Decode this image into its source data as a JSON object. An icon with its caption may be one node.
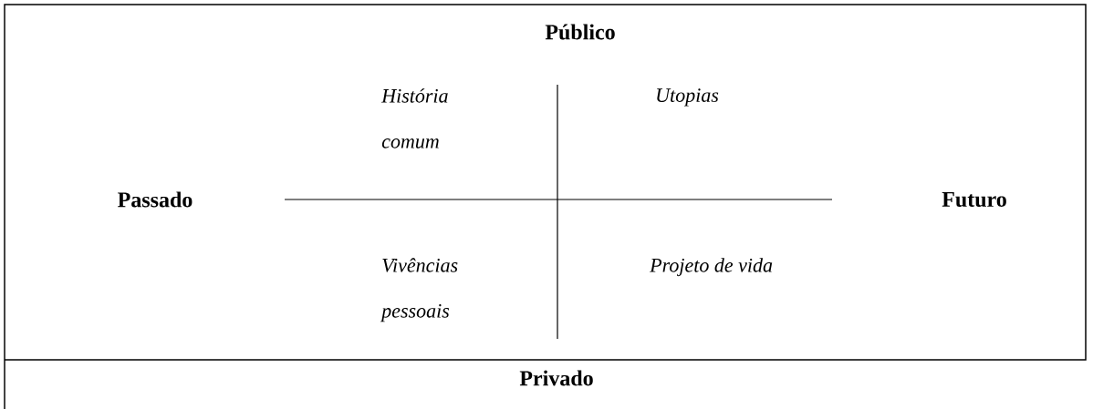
{
  "diagram": {
    "labels": [
      "Público",
      "Passado",
      "Futuro",
      "Privado",
      "História comum",
      "Utopias",
      "Vivências pessoais",
      "Projeto de vida"
    ]
  }
}
